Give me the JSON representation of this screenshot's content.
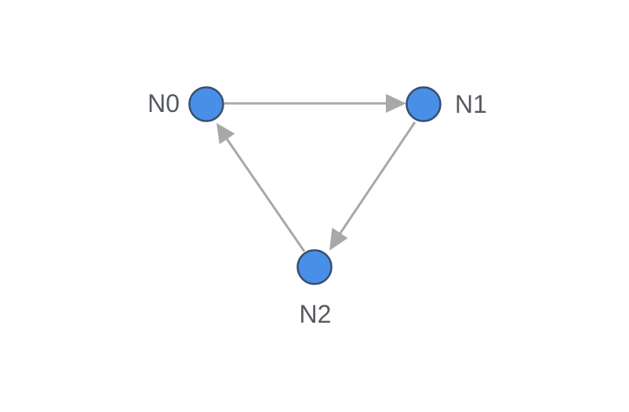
{
  "graph": {
    "nodes": [
      {
        "id": "N0",
        "label": "N0"
      },
      {
        "id": "N1",
        "label": "N1"
      },
      {
        "id": "N2",
        "label": "N2"
      }
    ],
    "edges": [
      {
        "from": "N0",
        "to": "N1"
      },
      {
        "from": "N1",
        "to": "N2"
      },
      {
        "from": "N2",
        "to": "N0"
      }
    ]
  },
  "colors": {
    "node_fill": "#4a8fe7",
    "node_stroke": "#36506f",
    "edge": "#a8a8a8",
    "label": "#555a60"
  }
}
